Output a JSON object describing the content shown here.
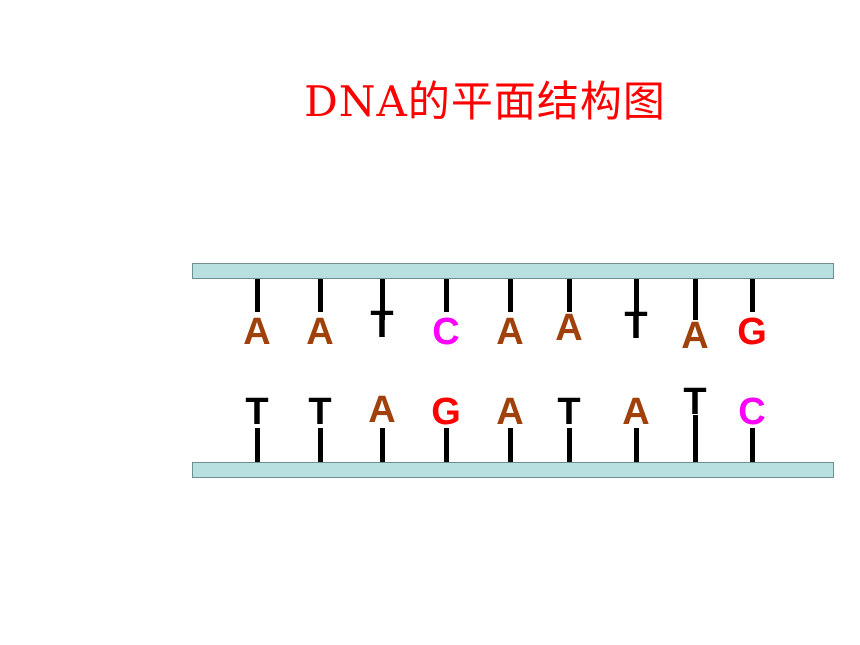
{
  "title": "DNA的平面结构图",
  "colors": {
    "A": "#a0400a",
    "T": "#000000",
    "C": "#ff00ff",
    "G": "#ff0000"
  },
  "top_strand_bases": [
    "A",
    "A",
    "T",
    "C",
    "A",
    "A",
    "T",
    "A",
    "G"
  ],
  "bottom_strand_bases": [
    "T",
    "T",
    "A",
    "G",
    "A",
    "T",
    "A",
    "T",
    "C"
  ]
}
